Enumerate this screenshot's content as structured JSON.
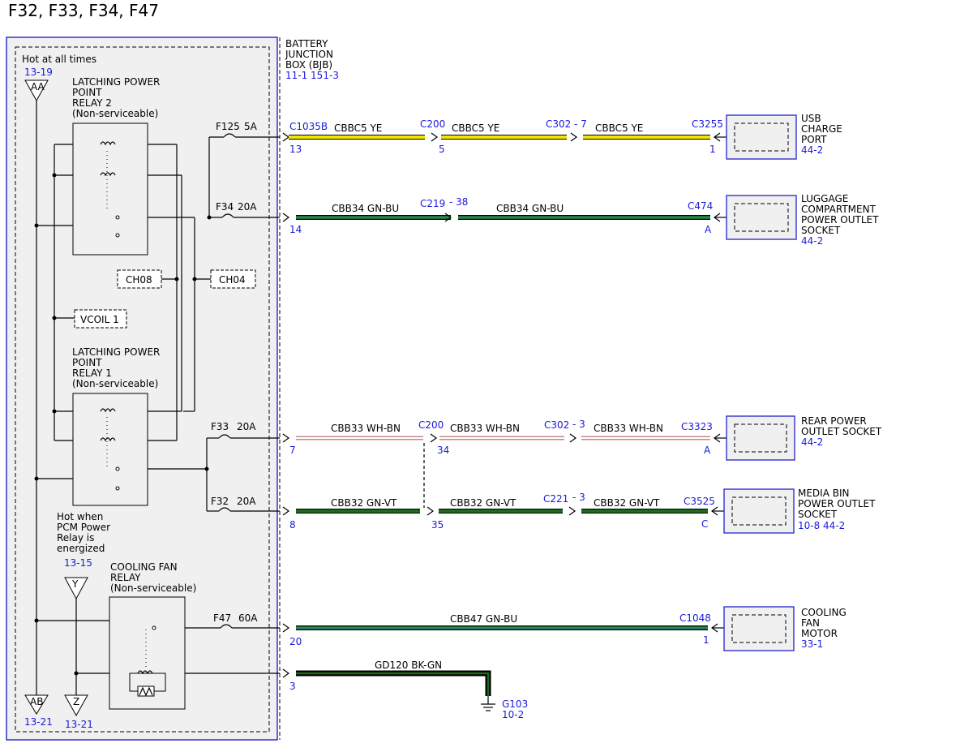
{
  "page_title": "F32, F33, F34, F47",
  "bjb": {
    "label_lines": [
      "BATTERY",
      "JUNCTION",
      "BOX (BJB)"
    ],
    "refs": "11-1    151-3",
    "hot_label": "Hot at all times"
  },
  "feeds": {
    "aa": {
      "label": "AA",
      "ref": "13-19"
    },
    "ab": {
      "label": "AB",
      "ref": "13-21"
    },
    "y": {
      "label": "Y",
      "ref": "13-15",
      "note_lines": [
        "Hot when",
        "PCM Power",
        "Relay is",
        "energized"
      ]
    },
    "z": {
      "label": "Z",
      "ref": "13-21"
    }
  },
  "relays": {
    "relay2_lines": [
      "LATCHING POWER",
      "POINT",
      "RELAY 2",
      "(Non-serviceable)"
    ],
    "relay1_lines": [
      "LATCHING POWER",
      "POINT",
      "RELAY 1",
      "(Non-serviceable)"
    ],
    "fan_lines": [
      "COOLING FAN",
      "RELAY",
      "(Non-serviceable)"
    ]
  },
  "tags": {
    "ch08": "CH08",
    "ch04": "CH04",
    "vcoil": "VCOIL 1"
  },
  "fuses": {
    "f125": {
      "name": "F125",
      "amps": "5A"
    },
    "f34": {
      "name": "F34",
      "amps": "20A"
    },
    "f33": {
      "name": "F33",
      "amps": "20A"
    },
    "f32": {
      "name": "F32",
      "amps": "20A"
    },
    "f47": {
      "name": "F47",
      "amps": "60A"
    }
  },
  "circuits": {
    "usb": {
      "c1": "C1035B",
      "p1": "13",
      "seg1": "CBBC5   YE",
      "c2": "C200",
      "p2": "5",
      "seg2": "CBBC5   YE",
      "c3": "C302",
      "p3": "- 7",
      "seg3": "CBBC5   YE",
      "c4": "C3255",
      "p4": "1",
      "device_lines": [
        "USB",
        "CHARGE",
        "PORT"
      ],
      "device_ref": "44-2"
    },
    "luggage": {
      "p1": "14",
      "seg1": "CBB34   GN-BU",
      "c2": "C219",
      "p2": "- 38",
      "seg2": "CBB34   GN-BU",
      "c3": "C474",
      "p3": "A",
      "device_lines": [
        "LUGGAGE",
        "COMPARTMENT",
        "POWER OUTLET",
        "SOCKET"
      ],
      "device_ref": "44-2"
    },
    "rear": {
      "p1": "7",
      "seg1": "CBB33   WH-BN",
      "c2": "C200",
      "p2": "34",
      "seg2": "CBB33   WH-BN",
      "c3": "C302",
      "p3": "- 3",
      "seg3": "CBB33   WH-BN",
      "c4": "C3323",
      "p4": "A",
      "device_lines": [
        "REAR POWER",
        "OUTLET SOCKET"
      ],
      "device_ref": "44-2"
    },
    "media": {
      "p1": "8",
      "seg1": "CBB32   GN-VT",
      "p2": "35",
      "seg2": "CBB32   GN-VT",
      "c3": "C221",
      "p3": "- 3",
      "seg3": "CBB32   GN-VT",
      "c4": "C3525",
      "p4": "C",
      "device_lines": [
        "MEDIA BIN",
        "POWER OUTLET",
        "SOCKET"
      ],
      "device_ref": "10-8    44-2"
    },
    "fan": {
      "p1": "20",
      "seg1": "CBB47   GN-BU",
      "c2": "C1048",
      "p2": "1",
      "device_lines": [
        "COOLING",
        "FAN",
        "MOTOR"
      ],
      "device_ref": "33-1"
    },
    "ground": {
      "p1": "3",
      "seg1": "GD120   BK-GN",
      "name": "G103",
      "ref": "10-2"
    }
  },
  "colors": {
    "yellow": "#f2e600",
    "green": "#1d6b1d",
    "blue": "#2980b9",
    "white": "#ffffff",
    "brown": "#c48a8a",
    "black": "#000000",
    "ref_blue": "#1a1adc"
  }
}
